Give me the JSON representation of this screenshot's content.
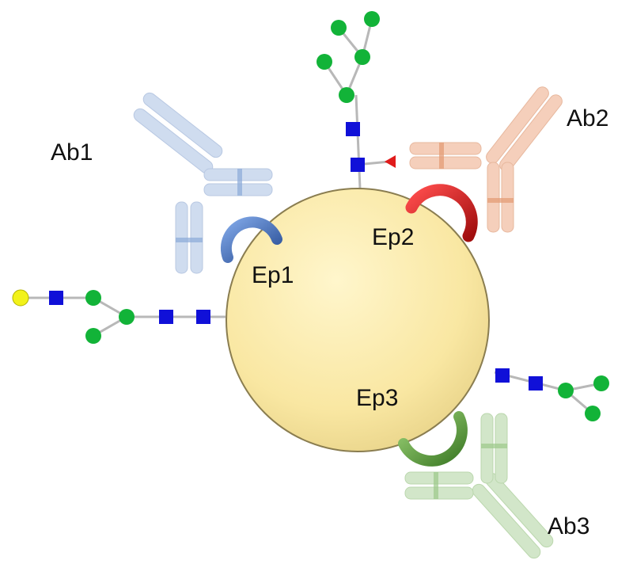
{
  "labels": {
    "ab1": "Ab1",
    "ab2": "Ab2",
    "ab3": "Ab3",
    "ep1": "Ep1",
    "ep2": "Ep2",
    "ep3": "Ep3"
  },
  "colors": {
    "antigen": "#f9e9a6",
    "antigen_edge": "#8a7d50",
    "ab1": "#a9c0e3",
    "ab2": "#efb08e",
    "ab3": "#b5d6a6",
    "epitope1": "#3a67b3",
    "epitope2": "#d11f1f",
    "epitope3": "#5a9a3c",
    "glcnac_square": "#1010d8",
    "mannose_circle": "#12b338",
    "galactose_circle": "#f2f21a",
    "fucose_triangle": "#e01b1b",
    "linkage": "#b8b8b8"
  },
  "icons": {
    "glcnac": "blue-square-icon",
    "mannose": "green-circle-icon",
    "galactose": "yellow-circle-icon",
    "fucose": "red-triangle-icon"
  }
}
